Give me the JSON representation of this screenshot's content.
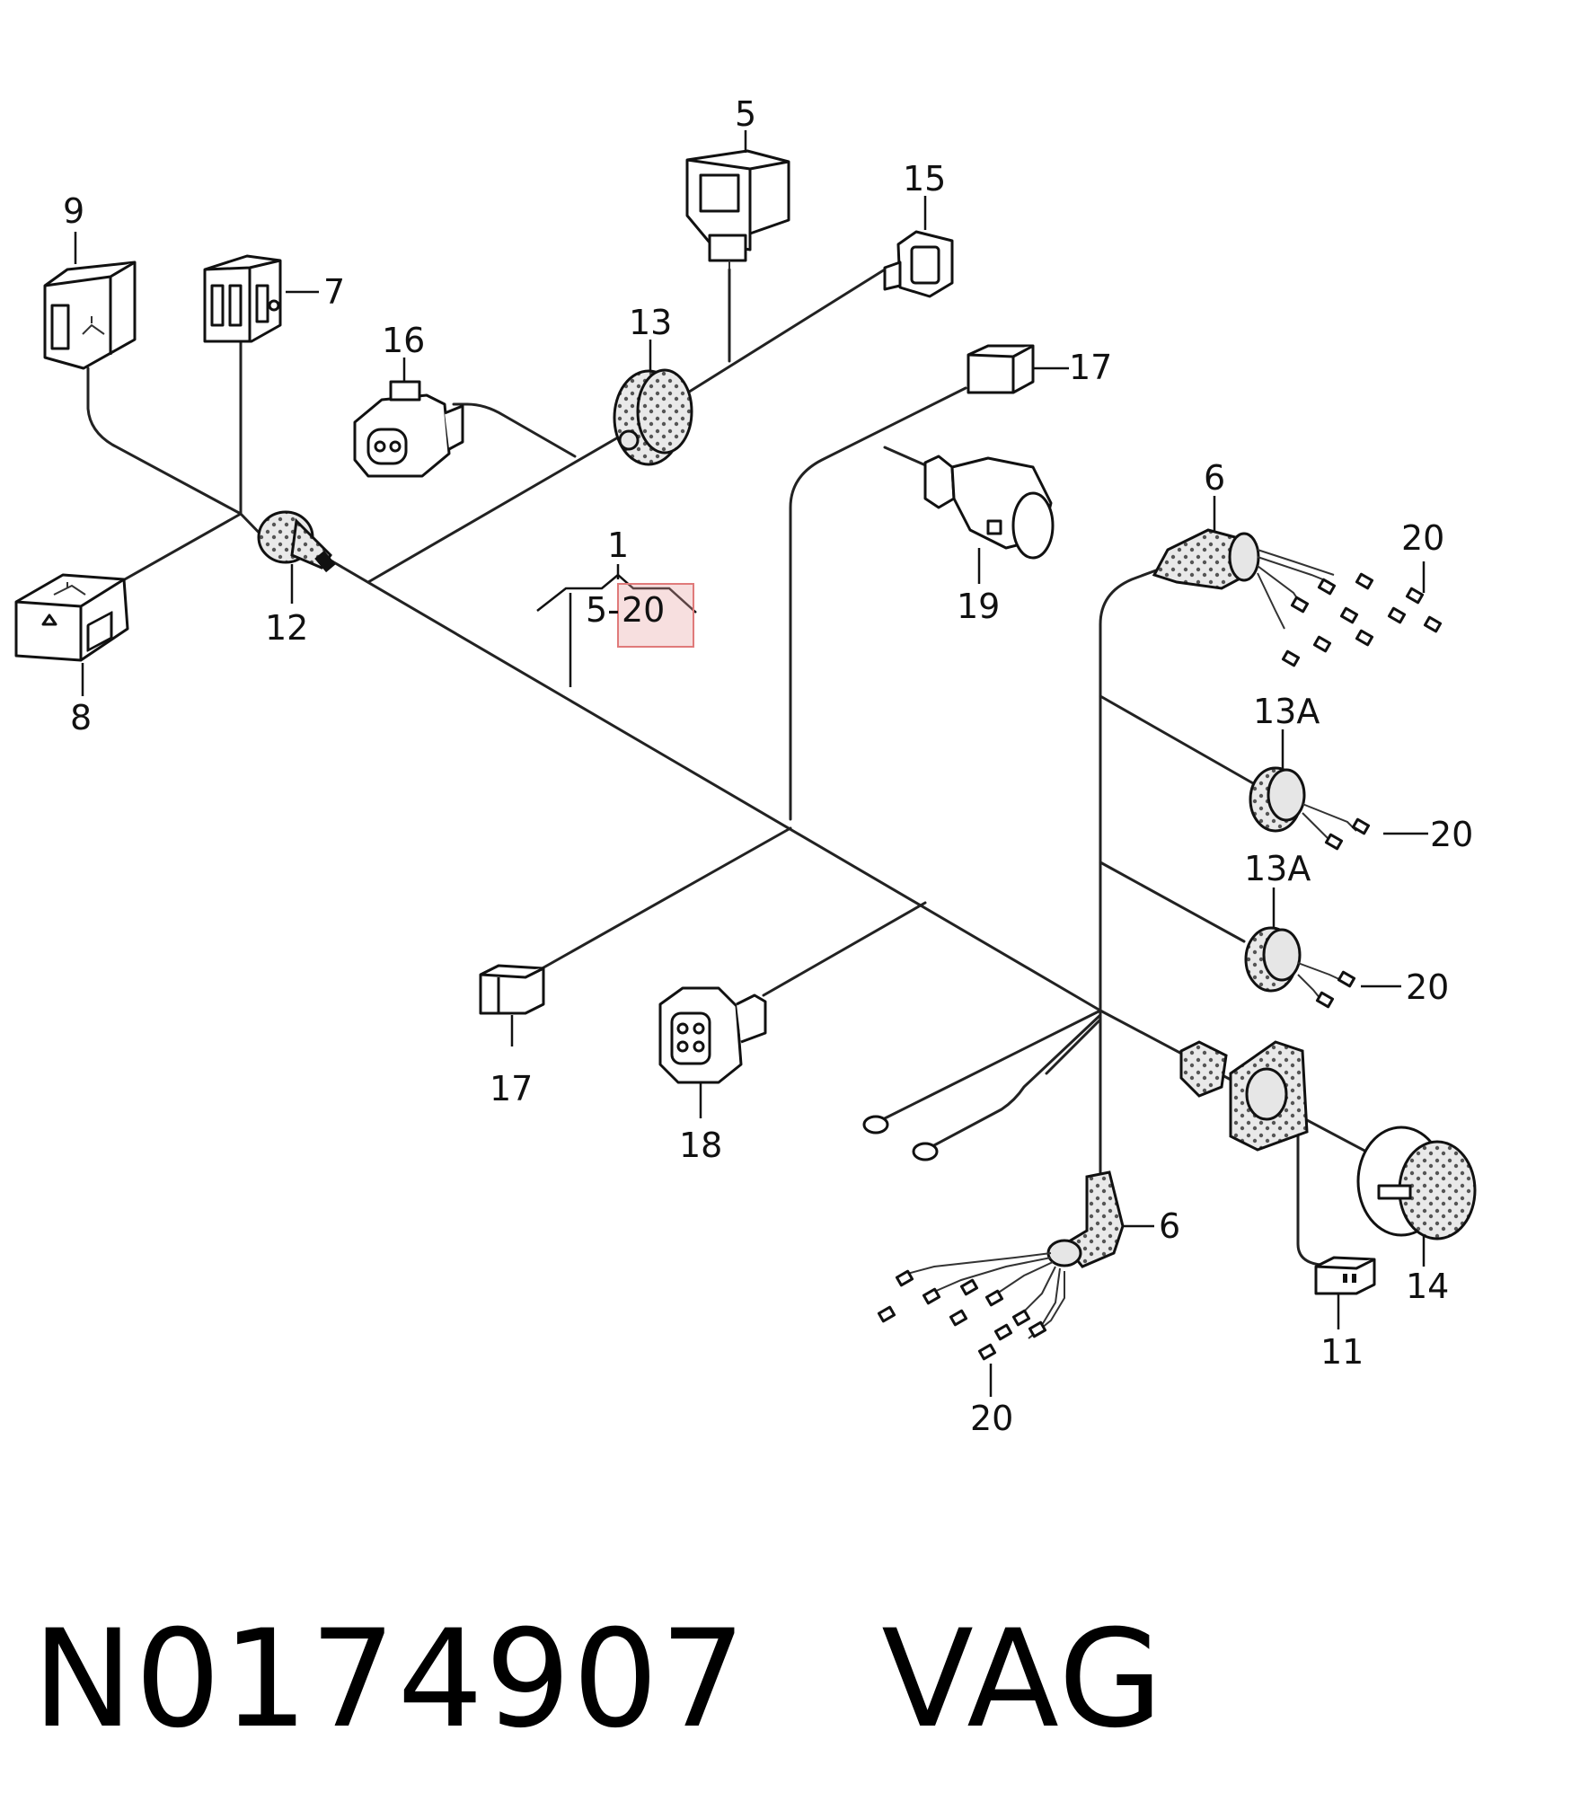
{
  "diagram": {
    "callouts": {
      "c1": "1",
      "c5_top": "5",
      "c5_range": "5-",
      "c20_range": "20",
      "c6a": "6",
      "c6b": "6",
      "c7": "7",
      "c8": "8",
      "c9": "9",
      "c11": "11",
      "c12": "12",
      "c13": "13",
      "c13a_1": "13A",
      "c13a_2": "13A",
      "c14": "14",
      "c15": "15",
      "c16": "16",
      "c17a": "17",
      "c17b": "17",
      "c18": "18",
      "c19": "19",
      "c20a": "20",
      "c20b": "20",
      "c20c": "20",
      "c20d": "20"
    },
    "highlight_color": "#e8a3a3"
  },
  "footer": {
    "text": "N0174907   VAG"
  }
}
